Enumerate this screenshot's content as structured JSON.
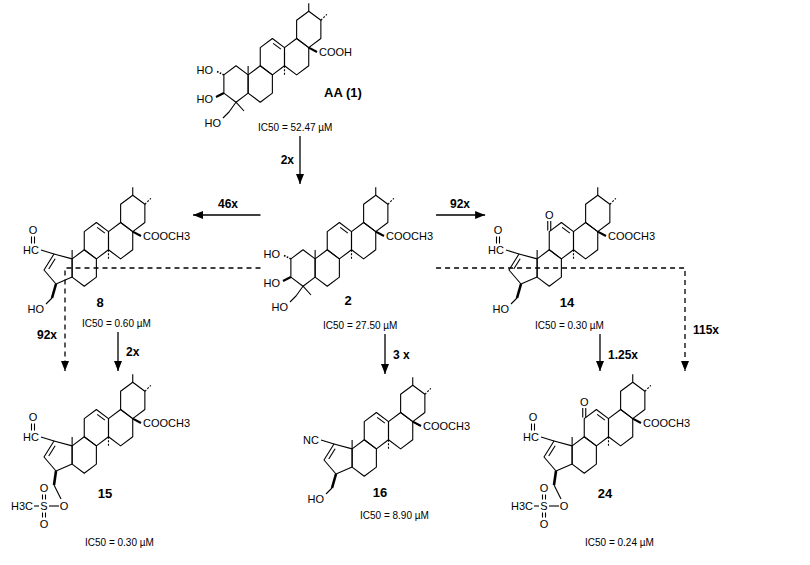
{
  "diagram": {
    "nodes": [
      {
        "text": [
          "HO",
          "HO",
          "HO",
          "COOH",
          "AA (1)",
          "IC50 = 52.47 µM"
        ]
      },
      {
        "text": [
          "O",
          "HC",
          "HO",
          "COOCH3",
          "8",
          "IC50 = 0.60 µM"
        ]
      },
      {
        "text": [
          "HO",
          "HO",
          "HO",
          "COOCH3",
          "2",
          "IC50 = 27.50 µM"
        ]
      },
      {
        "text": [
          "O",
          "O",
          "HC",
          "HO",
          "COOCH3",
          "14",
          "IC50 = 0.30 µM"
        ]
      },
      {
        "text": [
          "O",
          "HC",
          "COOCH3",
          "O",
          "H3C",
          "S",
          "O",
          "O",
          "15",
          "IC50 = 0.30 µM"
        ]
      },
      {
        "text": [
          "NC",
          "COOCH3",
          "HO",
          "16",
          "IC50 = 8.90 µM"
        ]
      },
      {
        "text": [
          "O",
          "O",
          "HC",
          "COOCH3",
          "O",
          "H3C",
          "S",
          "O",
          "O",
          "24",
          "IC50 = 0.24 µM"
        ]
      }
    ],
    "edges": [
      {
        "from": 0,
        "to": 2,
        "arrow": "to",
        "label": "2x"
      },
      {
        "from": 2,
        "to": 1,
        "arrow": "to",
        "label": "46x"
      },
      {
        "from": 2,
        "to": 3,
        "arrow": "to",
        "label": "92x"
      },
      {
        "from": 2,
        "to": 5,
        "arrow": "to",
        "label": "3 x"
      },
      {
        "from": 1,
        "to": 4,
        "arrow": "to",
        "label": "2x"
      },
      {
        "from": 2,
        "to": 4,
        "arrow": "to",
        "label": "92x"
      },
      {
        "from": 3,
        "to": 6,
        "arrow": "to",
        "label": "1.25x"
      },
      {
        "from": 2,
        "to": 6,
        "arrow": "to",
        "label": "115x"
      }
    ]
  }
}
